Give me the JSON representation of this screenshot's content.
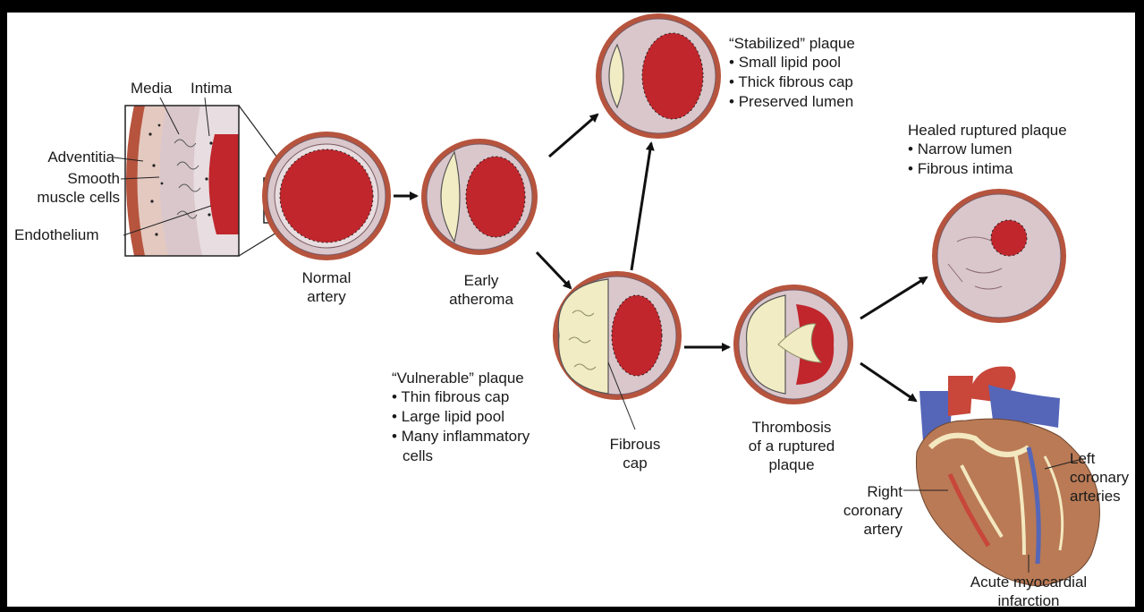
{
  "inset_labels": {
    "media": "Media",
    "intima": "Intima",
    "adventitia": "Adventitia",
    "smooth_muscle": [
      "Smooth",
      "muscle cells"
    ],
    "endothelium": "Endothelium"
  },
  "stages": {
    "normal": [
      "Normal",
      "artery"
    ],
    "early": [
      "Early",
      "atheroma"
    ],
    "fibrous_cap": [
      "Fibrous",
      "cap"
    ],
    "thrombosis": [
      "Thrombosis",
      "of a ruptured",
      "plaque"
    ]
  },
  "stabilized": {
    "title": "“Stabilized” plaque",
    "items": [
      "Small lipid pool",
      "Thick fibrous cap",
      "Preserved lumen"
    ]
  },
  "vulnerable": {
    "title": "“Vulnerable” plaque",
    "items": [
      "Thin fibrous cap",
      "Large lipid pool",
      "Many inflammatory"
    ],
    "continuation": "cells"
  },
  "healed": {
    "title": "Healed ruptured plaque",
    "items": [
      "Narrow lumen",
      "Fibrous intima"
    ]
  },
  "heart_labels": {
    "right_coronary": [
      "Right",
      "coronary",
      "artery"
    ],
    "left_coronary": [
      "Left",
      "coronary",
      "arteries"
    ],
    "infarction": [
      "Acute myocardial",
      "infarction"
    ]
  },
  "colors": {
    "lumen": "#c0262c",
    "wall": "#d9c7cc",
    "lipid": "#f1ecc3",
    "adventitia": "#b6543e",
    "heart_red": "#c8463a",
    "heart_blue": "#5566b8",
    "heart_muscle": "#b97a55"
  }
}
